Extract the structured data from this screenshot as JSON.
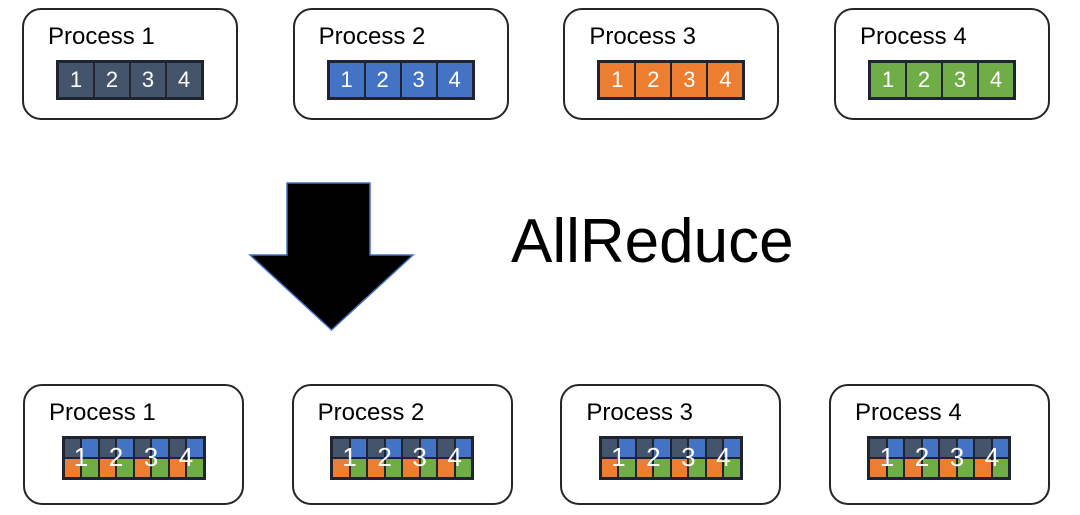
{
  "arrow": {
    "label": "AllReduce"
  },
  "colors": {
    "dark": "#44546A",
    "blue": "#4472C4",
    "orange": "#ED7D31",
    "green": "#70AD47",
    "cell_border": "#1F2430",
    "box_border": "#262626",
    "label_text": "#000000",
    "cell_text": "#FFFFFF",
    "arrow_fill": "#000000",
    "arrow_stroke": "#4472C4"
  },
  "before": {
    "processes": [
      {
        "label": "Process 1",
        "color": "dark",
        "cells": [
          "1",
          "2",
          "3",
          "4"
        ]
      },
      {
        "label": "Process 2",
        "color": "blue",
        "cells": [
          "1",
          "2",
          "3",
          "4"
        ]
      },
      {
        "label": "Process 3",
        "color": "orange",
        "cells": [
          "1",
          "2",
          "3",
          "4"
        ]
      },
      {
        "label": "Process 4",
        "color": "green",
        "cells": [
          "1",
          "2",
          "3",
          "4"
        ]
      }
    ]
  },
  "after": {
    "processes": [
      {
        "label": "Process 1",
        "quadrants": [
          "dark",
          "blue",
          "orange",
          "green"
        ],
        "cells": [
          "1",
          "2",
          "3",
          "4"
        ]
      },
      {
        "label": "Process 2",
        "quadrants": [
          "dark",
          "blue",
          "orange",
          "green"
        ],
        "cells": [
          "1",
          "2",
          "3",
          "4"
        ]
      },
      {
        "label": "Process 3",
        "quadrants": [
          "dark",
          "blue",
          "orange",
          "green"
        ],
        "cells": [
          "1",
          "2",
          "3",
          "4"
        ]
      },
      {
        "label": "Process 4",
        "quadrants": [
          "dark",
          "blue",
          "orange",
          "green"
        ],
        "cells": [
          "1",
          "2",
          "3",
          "4"
        ]
      }
    ]
  }
}
